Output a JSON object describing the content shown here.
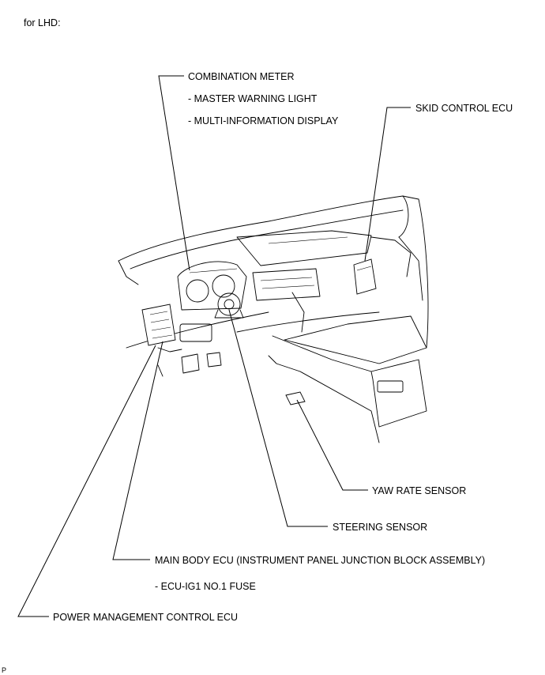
{
  "header": {
    "region": "for LHD:"
  },
  "labels": {
    "combination_meter": "COMBINATION METER",
    "master_warning_light": "- MASTER WARNING LIGHT",
    "multi_information_display": "- MULTI-INFORMATION DISPLAY",
    "skid_control_ecu": "SKID CONTROL ECU",
    "yaw_rate_sensor": "YAW RATE SENSOR",
    "steering_sensor": "STEERING SENSOR",
    "main_body_ecu": "MAIN BODY ECU (INSTRUMENT PANEL JUNCTION BLOCK ASSEMBLY)",
    "ecu_ig1_fuse": "- ECU-IG1 NO.1 FUSE",
    "power_management_ecu": "POWER MANAGEMENT CONTROL ECU"
  },
  "footer": {
    "mark": "P"
  }
}
